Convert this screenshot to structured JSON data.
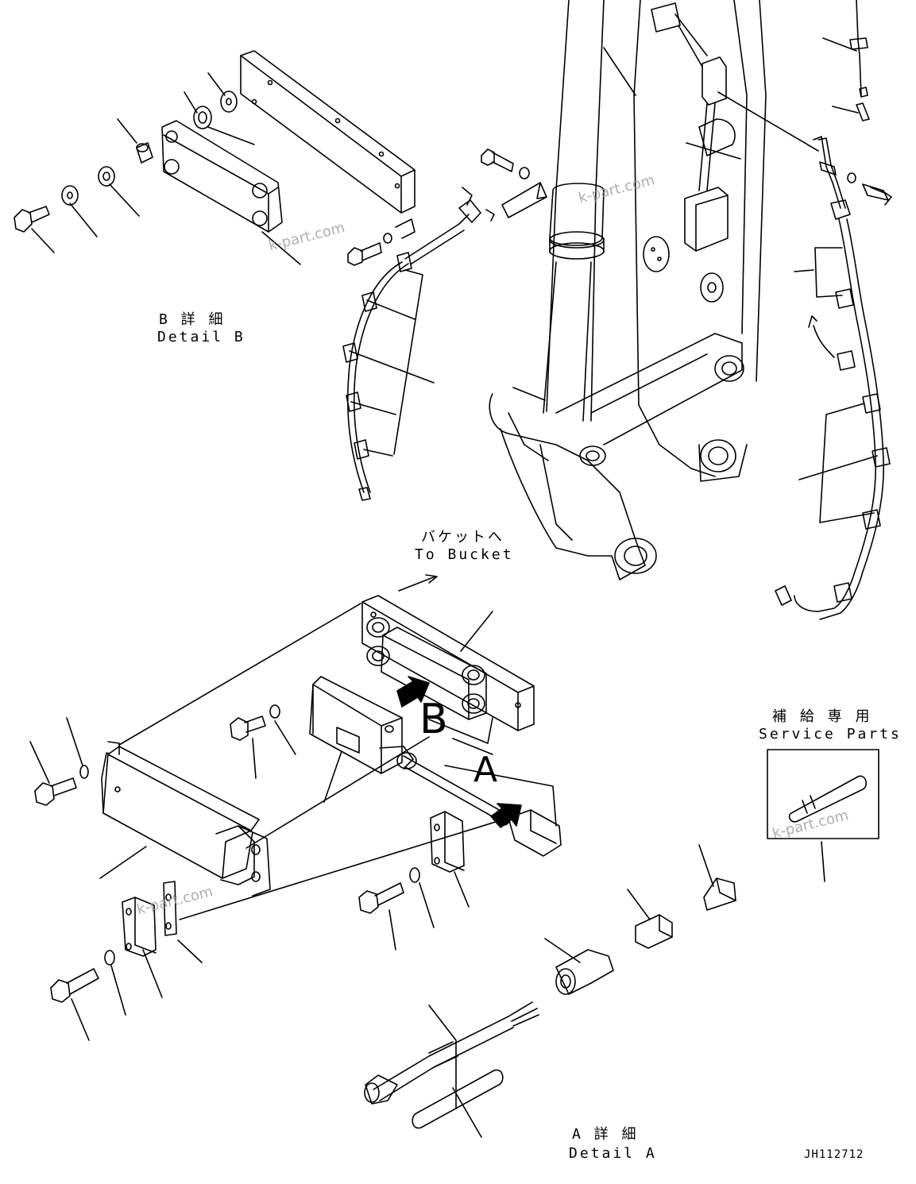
{
  "labels": {
    "detail_b_jp": "B 詳 細",
    "detail_b_en": "Detail B",
    "to_bucket_jp": "バケットへ",
    "to_bucket_en": "To Bucket",
    "callout_b": "B",
    "callout_a": "A",
    "service_jp": "補 給 専 用",
    "service_en": "Service Parts",
    "detail_a_jp": "A 詳 細",
    "detail_a_en": "Detail A",
    "drawing_no": "JH112712"
  },
  "watermarks": [
    "k-part.com",
    "k-part.com",
    "k-part.com",
    "k-part.com"
  ],
  "colors": {
    "line": "#000000",
    "watermark": "#9a9a9a",
    "background": "#ffffff"
  }
}
